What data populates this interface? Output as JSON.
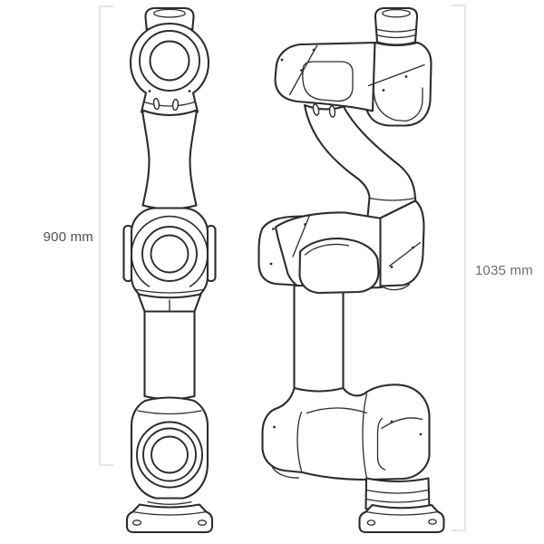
{
  "dimensions": {
    "left": {
      "label": "900 mm"
    },
    "right": {
      "label": "1035 mm"
    }
  },
  "figures": {
    "left": "robot-arm-extended-front-view",
    "right": "robot-arm-folded-side-view"
  },
  "colors": {
    "background": "#ffffff",
    "outline": "#2c2c2c",
    "dimension_line": "#e5e5e5",
    "label_left": "#4f4f4f",
    "label_right": "#6e6e6e"
  }
}
